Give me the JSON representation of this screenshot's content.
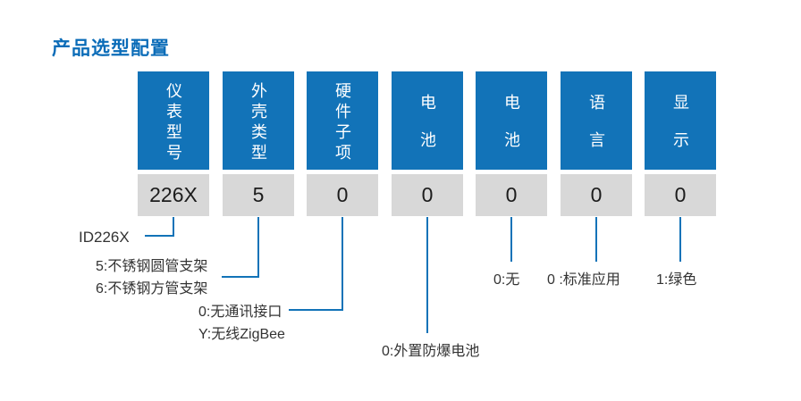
{
  "page": {
    "title": "产品选型配置"
  },
  "colors": {
    "header_blue": "#1273b8",
    "title_blue": "#0b6cb8",
    "cell_gray": "#d8d8d8",
    "connector_blue": "#1273b8",
    "note_text": "#333333"
  },
  "table": {
    "columns": [
      {
        "header": "仪表型号",
        "value": "226X"
      },
      {
        "header": "外壳类型",
        "value": "5"
      },
      {
        "header": "硬件子项",
        "value": "0"
      },
      {
        "header": "电池",
        "value": "0"
      },
      {
        "header": "电池",
        "value": "0"
      },
      {
        "header": "语言",
        "value": "0"
      },
      {
        "header": "显示",
        "value": "0"
      }
    ]
  },
  "annotations": {
    "model": "ID226X",
    "shell_line1": "5:不锈钢圆管支架",
    "shell_line2": "6:不锈钢方管支架",
    "hardware_line1": "0:无通讯接口",
    "hardware_line2": "Y:无线ZigBee",
    "battery1": "0:外置防爆电池",
    "battery2": "0:无",
    "language": "0 :标准应用",
    "display": "1:绿色"
  }
}
